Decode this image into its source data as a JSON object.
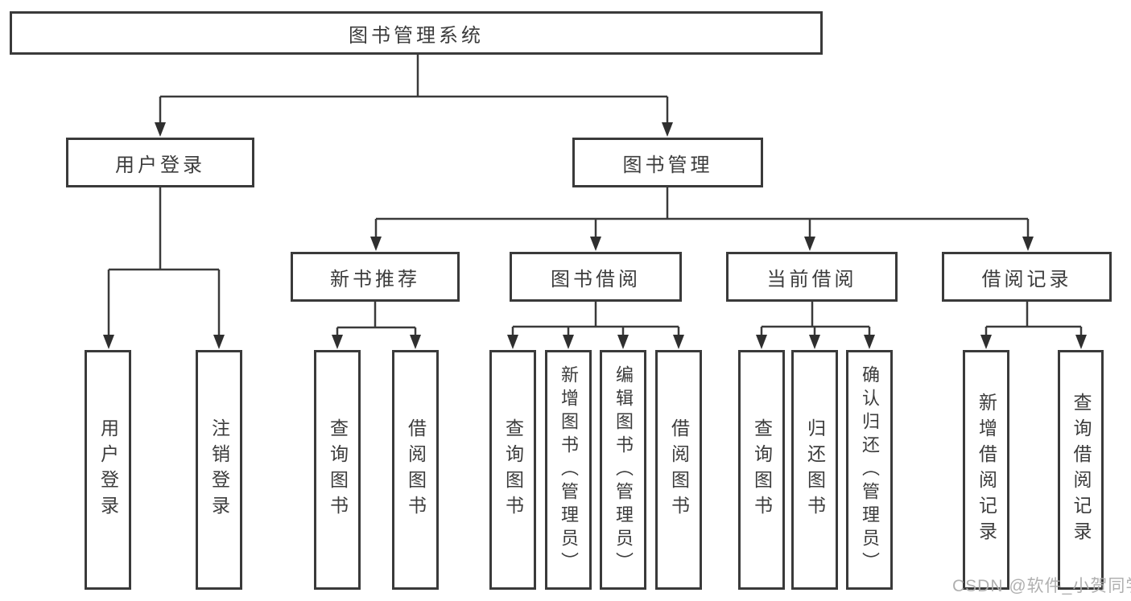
{
  "watermark": {
    "text": "CSDN @软件_小贺同学"
  },
  "tree": {
    "label": "图书管理系统",
    "children": [
      {
        "label": "用户登录",
        "children": [
          {
            "label": "用户登录"
          },
          {
            "label": "注销登录"
          }
        ]
      },
      {
        "label": "图书管理",
        "children": [
          {
            "label": "新书推荐",
            "children": [
              {
                "label": "查询图书"
              },
              {
                "label": "借阅图书"
              }
            ]
          },
          {
            "label": "图书借阅",
            "children": [
              {
                "label": "查询图书"
              },
              {
                "label": "新增图书（管理员）"
              },
              {
                "label": "编辑图书（管理员）"
              },
              {
                "label": "借阅图书"
              }
            ]
          },
          {
            "label": "当前借阅",
            "children": [
              {
                "label": "查询图书"
              },
              {
                "label": "归还图书"
              },
              {
                "label": "确认归还（管理员）"
              }
            ]
          },
          {
            "label": "借阅记录",
            "children": [
              {
                "label": "新增借阅记录"
              },
              {
                "label": "查询借阅记录"
              }
            ]
          }
        ]
      }
    ]
  }
}
